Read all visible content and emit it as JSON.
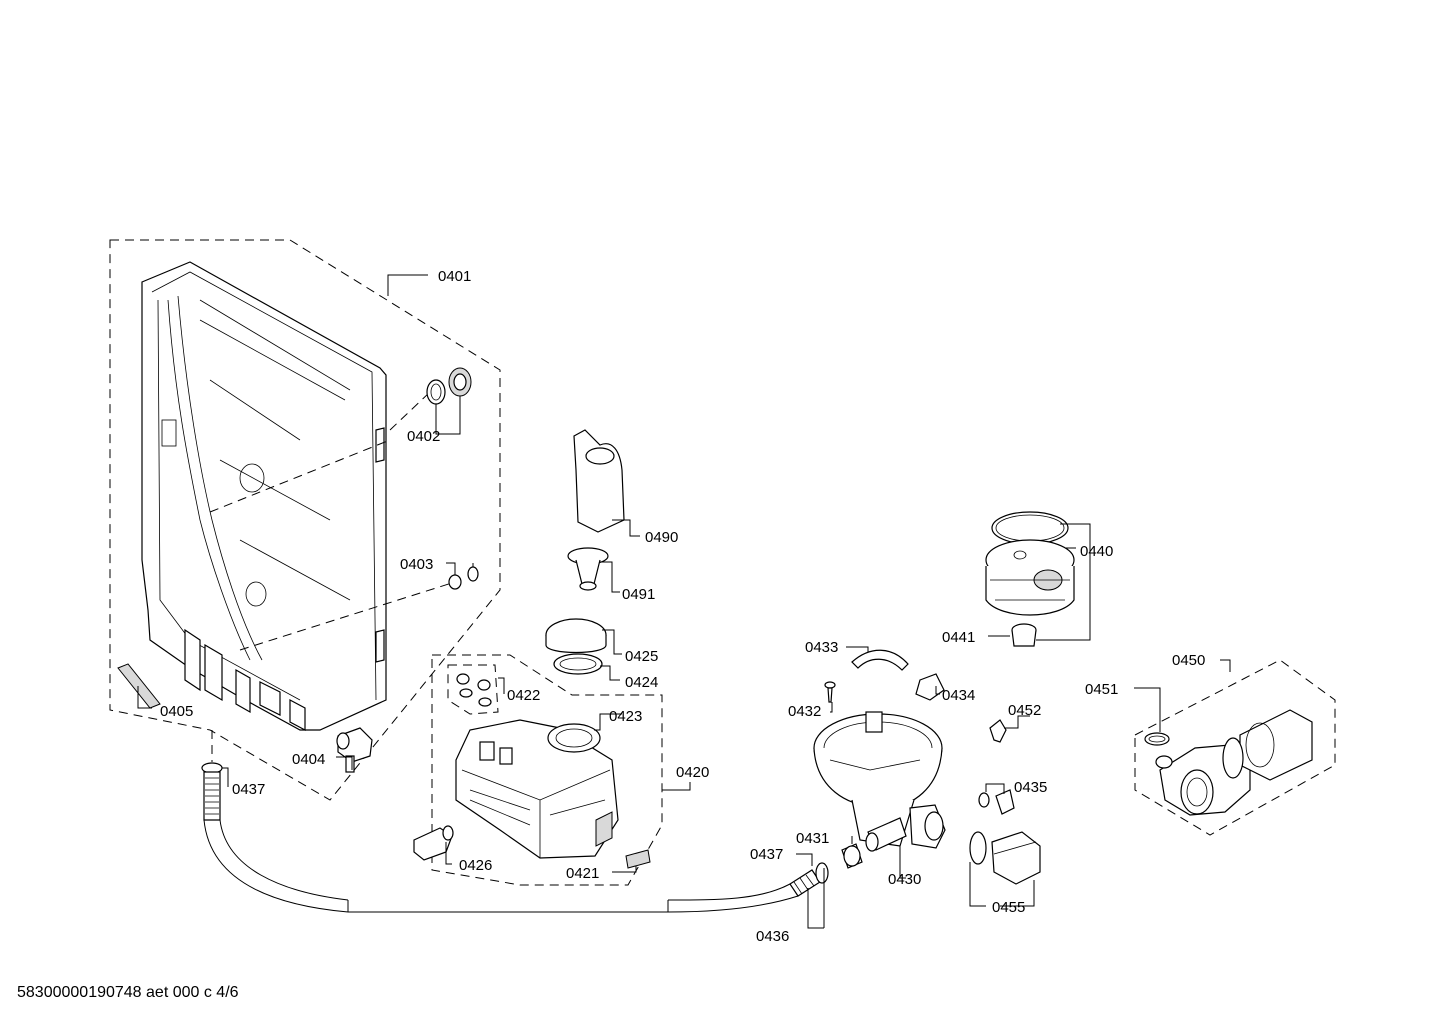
{
  "labels": {
    "p0401": "0401",
    "p0402": "0402",
    "p0403": "0403",
    "p0404": "0404",
    "p0405": "0405",
    "p0437a": "0437",
    "p0490": "0490",
    "p0491": "0491",
    "p0425": "0425",
    "p0424": "0424",
    "p0422": "0422",
    "p0423": "0423",
    "p0420": "0420",
    "p0426": "0426",
    "p0421": "0421",
    "p0433": "0433",
    "p0432": "0432",
    "p0434": "0434",
    "p0431": "0431",
    "p0437b": "0437",
    "p0430": "0430",
    "p0436": "0436",
    "p0440": "0440",
    "p0441": "0441",
    "p0452": "0452",
    "p0435": "0435",
    "p0455": "0455",
    "p0450": "0450",
    "p0451": "0451"
  },
  "footer": "58300000190748 aet 000 c 4/6"
}
